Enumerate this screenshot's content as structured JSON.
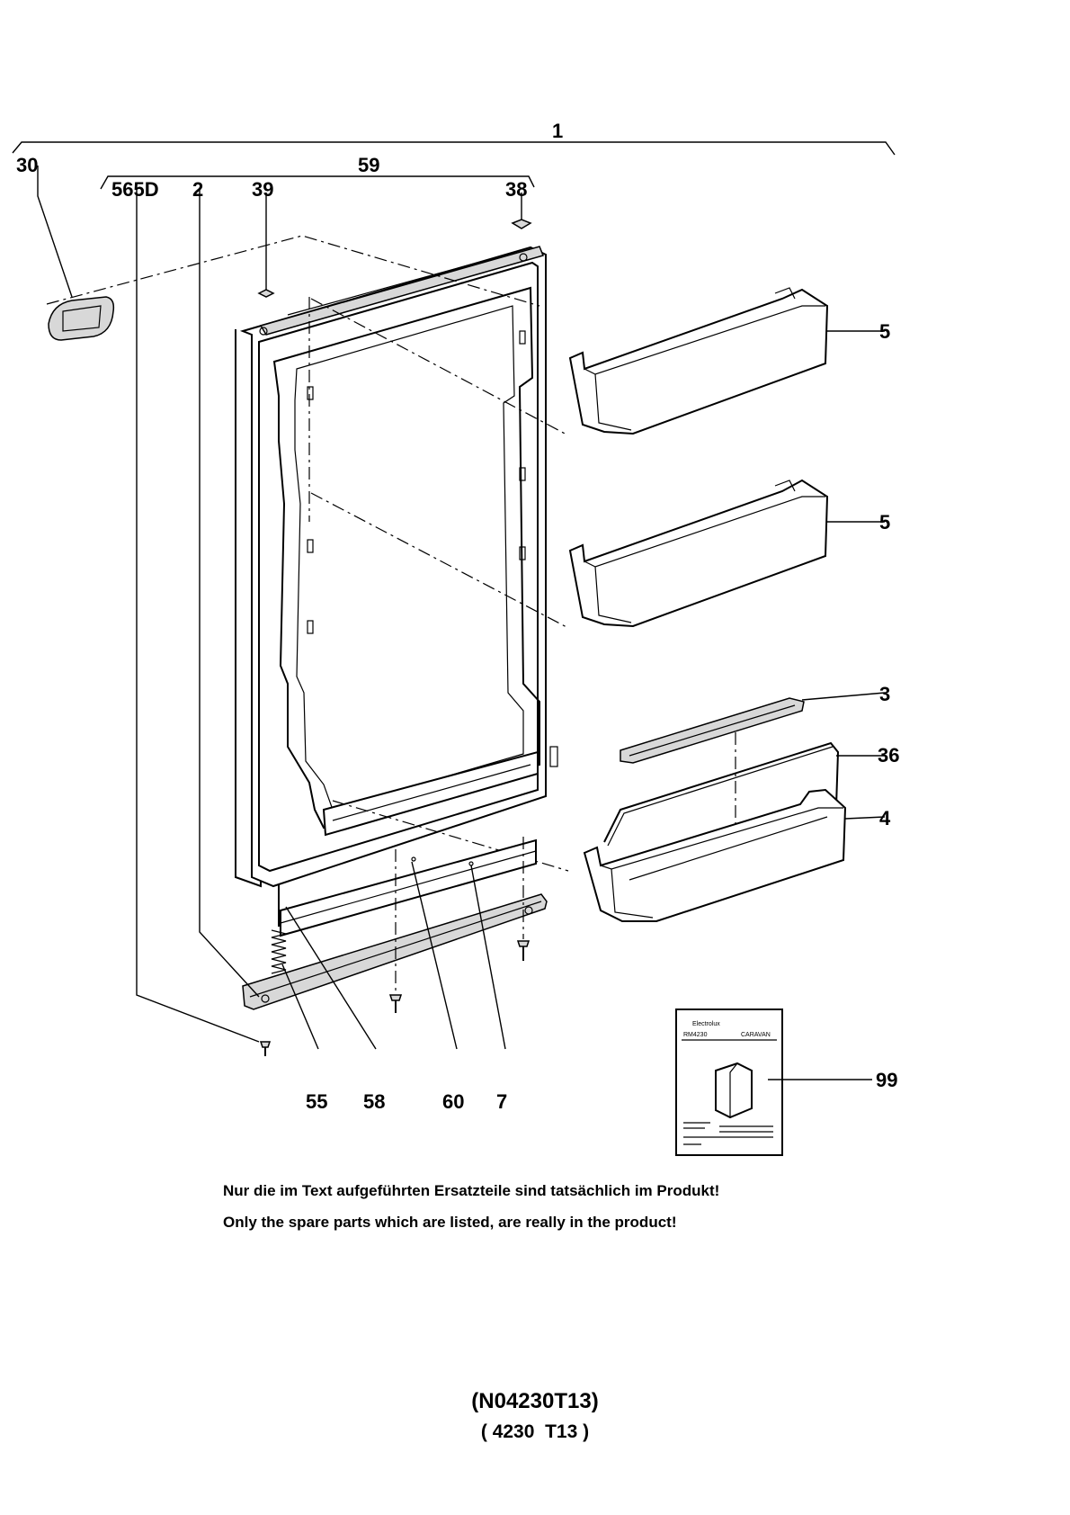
{
  "labels": {
    "l1": "1",
    "l30": "30",
    "l59": "59",
    "l565d": "565D",
    "l2": "2",
    "l39": "39",
    "l38": "38",
    "l5a": "5",
    "l5b": "5",
    "l3": "3",
    "l36": "36",
    "l4": "4",
    "l99": "99",
    "l55": "55",
    "l58": "58",
    "l60": "60",
    "l7": "7"
  },
  "leaflet": {
    "brand": "Electrolux",
    "left_header": "RM4230",
    "right_header": "CARAVAN"
  },
  "notes": {
    "german": "Nur die im Text aufgeführten Ersatzteile sind tatsächlich im Produkt!",
    "english": "Only the spare parts which are listed, are really in the product!"
  },
  "codes": {
    "primary": "(N04230T13)",
    "secondary": "( 4230  T13 )"
  }
}
